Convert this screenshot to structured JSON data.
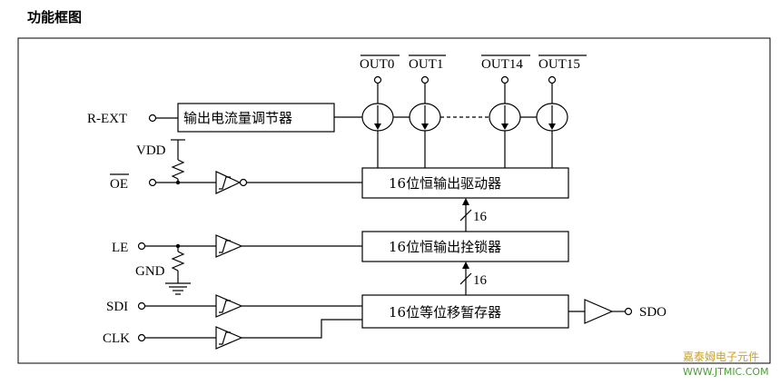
{
  "title": "功能框图",
  "pins": {
    "r_ext": "R-EXT",
    "vdd": "VDD",
    "oe": "OE",
    "le": "LE",
    "gnd": "GND",
    "sdi": "SDI",
    "clk": "CLK",
    "sdo": "SDO"
  },
  "outputs": [
    "OUT0",
    "OUT1",
    "OUT14",
    "OUT15"
  ],
  "blocks": {
    "current_adjust": "输出电流量调节器",
    "driver": "16位恒输出驱动器",
    "latch": "16位恒输出拴锁器",
    "shift_register": "16位等位移暂存器"
  },
  "bus_width": [
    "16",
    "16"
  ],
  "watermark": {
    "name": "嘉泰姆电子元件",
    "url": "WWW.JTMIC.COM"
  }
}
